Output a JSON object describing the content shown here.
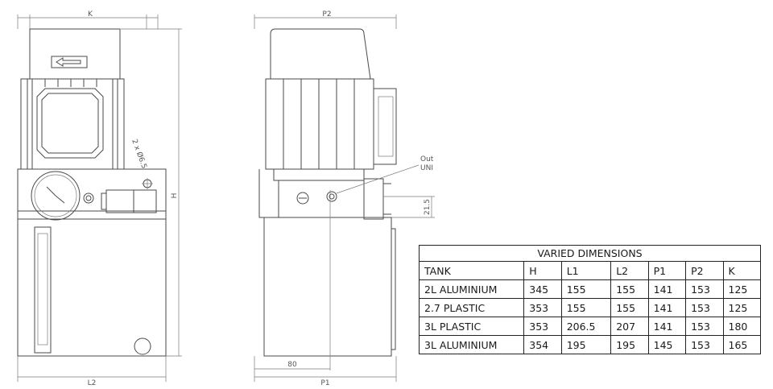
{
  "drawing_labels": {
    "front": {
      "top_dim": "K",
      "bottom_dim": "L2",
      "height_dim": "H",
      "side_tag": "2 x Ø6.5"
    },
    "side": {
      "top_dim": "P2",
      "bottom_dim": "P1",
      "inner_dim": "80",
      "outlet_1": "Out",
      "outlet_2": "UNI",
      "vert_dim": "21.5"
    }
  },
  "table": {
    "title": "VARIED DIMENSIONS",
    "headers": [
      "TANK",
      "H",
      "L1",
      "L2",
      "P1",
      "P2",
      "K"
    ],
    "rows": [
      [
        "2L ALUMINIUM",
        "345",
        "155",
        "155",
        "141",
        "153",
        "125"
      ],
      [
        "2.7 PLASTIC",
        "353",
        "155",
        "155",
        "141",
        "153",
        "125"
      ],
      [
        "3L PLASTIC",
        "353",
        "206.5",
        "207",
        "141",
        "153",
        "180"
      ],
      [
        "3L ALUMINIUM",
        "354",
        "195",
        "195",
        "145",
        "153",
        "165"
      ]
    ]
  }
}
